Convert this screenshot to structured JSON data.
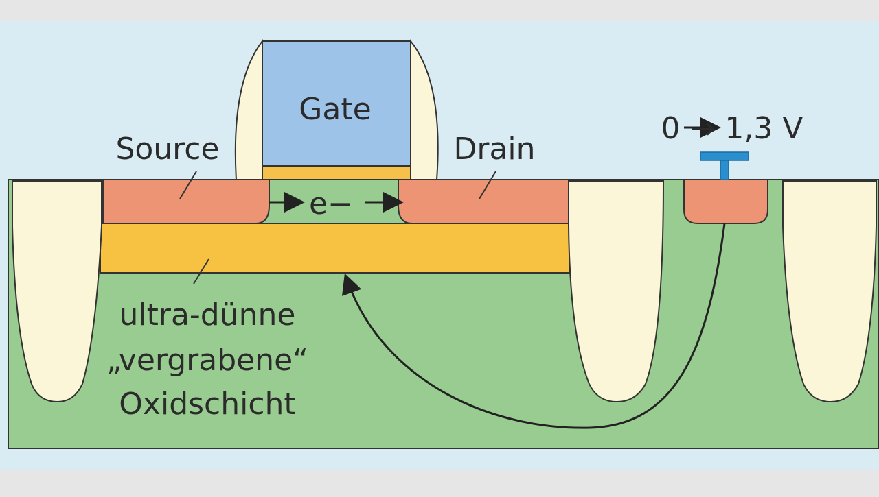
{
  "labels": {
    "gate": "Gate",
    "source": "Source",
    "drain": "Drain",
    "electron": "e−",
    "voltage": "0 → 1,3 V",
    "oxide_line1": "ultra-dünne",
    "oxide_line2": "„vergrabene“",
    "oxide_line3": "Oxidschicht"
  },
  "colors": {
    "background_band": "#d9ecf4",
    "outer_background": "#e6e6e6",
    "substrate": "#99cc90",
    "gate": "#9ec3e8",
    "gate_oxide": "#f5c14a",
    "spacer": "#fbf6d8",
    "source_drain": "#ec9473",
    "buried_oxide": "#f7c242",
    "isolation_trench": "#fbf6d8",
    "contact": "#2a8fcc",
    "line": "#222222"
  }
}
